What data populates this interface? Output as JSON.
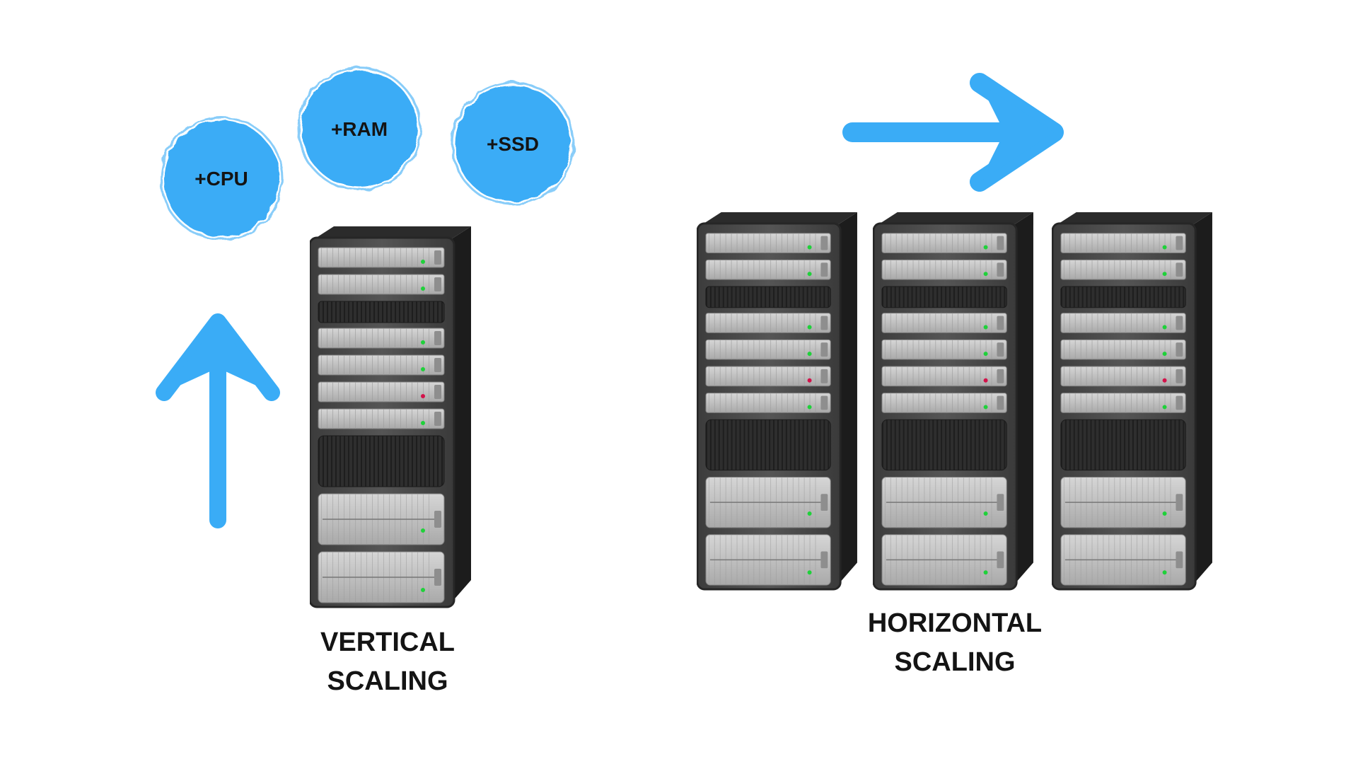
{
  "accent_color": "#3aacf6",
  "vertical": {
    "resources": [
      {
        "label": "+CPU"
      },
      {
        "label": "+RAM"
      },
      {
        "label": "+SSD"
      }
    ],
    "arrow_icon": "arrow-up-icon",
    "server_icon": "server-rack-icon",
    "title_line1": "VERTICAL",
    "title_line2": "SCALING"
  },
  "horizontal": {
    "arrow_icon": "arrow-right-icon",
    "server_icon": "server-rack-icon",
    "server_count": 3,
    "title_line1": "HORIZONTAL",
    "title_line2": "SCALING"
  }
}
